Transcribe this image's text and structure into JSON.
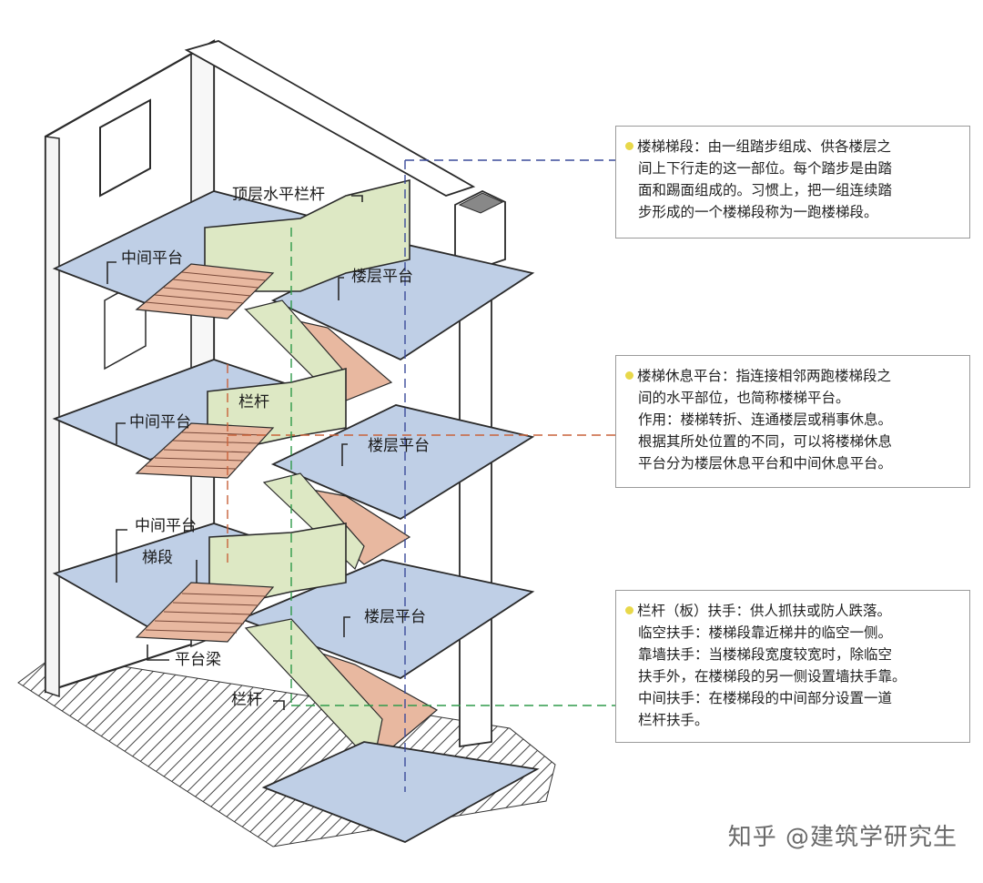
{
  "colors": {
    "floor": "#bfcfe6",
    "stair": "#e8b8a0",
    "rail": "#dde8c4",
    "wall": "#ffffff",
    "ink": "#2a2a2a",
    "blue_dash": "#3a4a9a",
    "orange_dash": "#c8623a",
    "green_dash": "#2f9a4a"
  },
  "labels": {
    "top_rail": "顶层水平栏杆",
    "mid_platform_1": "中间平台",
    "floor_platform_1": "楼层平台",
    "rail_1": "栏杆",
    "mid_platform_2": "中间平台",
    "floor_platform_2": "楼层平台",
    "mid_platform_3": "中间平台",
    "flight": "梯段",
    "floor_platform_3": "楼层平台",
    "platform_beam": "平台梁",
    "rail_2": "栏杆"
  },
  "callouts": {
    "flight": {
      "lines": [
        "楼梯梯段：由一组踏步组成、供各楼层之",
        "间上下行走的这一部位。每个踏步是由踏",
        "面和踢面组成的。习惯上，把一组连续踏",
        "步形成的一个楼梯段称为一跑楼梯段。"
      ]
    },
    "landing": {
      "lines": [
        "楼梯休息平台：指连接相邻两跑楼梯段之",
        "间的水平部位，也简称楼梯平台。",
        "作用：楼梯转折、连通楼层或稍事休息。",
        "根据其所处位置的不同，可以将楼梯休息",
        "平台分为楼层休息平台和中间休息平台。"
      ]
    },
    "handrail": {
      "lines": [
        "栏杆（板）扶手：供人抓扶或防人跌落。",
        "临空扶手：楼梯段靠近梯井的临空一侧。",
        "靠墙扶手：当楼梯段宽度较宽时，除临空",
        "扶手外，在楼梯段的另一侧设置墙扶手靠。",
        "中间扶手：在楼梯段的中间部分设置一道",
        "栏杆扶手。"
      ]
    }
  },
  "watermark": "知乎 @建筑学研究生",
  "icons": {
    "bullet": "yellow-dot-icon"
  }
}
